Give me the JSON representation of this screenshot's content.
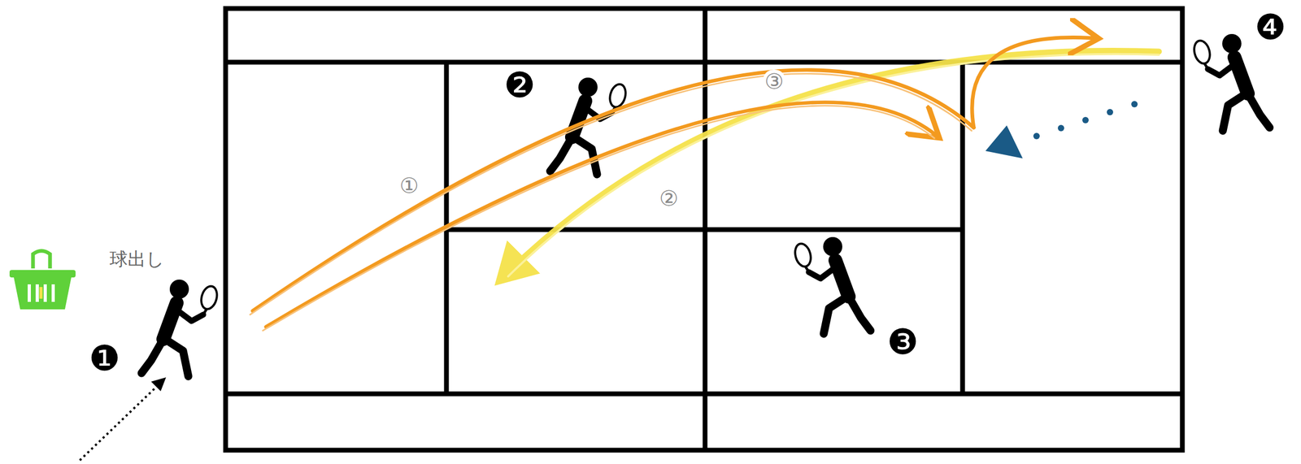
{
  "diagram": {
    "labels": [
      "球出し",
      "❶",
      "❷",
      "❸",
      "❹",
      "①",
      "②",
      "③"
    ]
  }
}
